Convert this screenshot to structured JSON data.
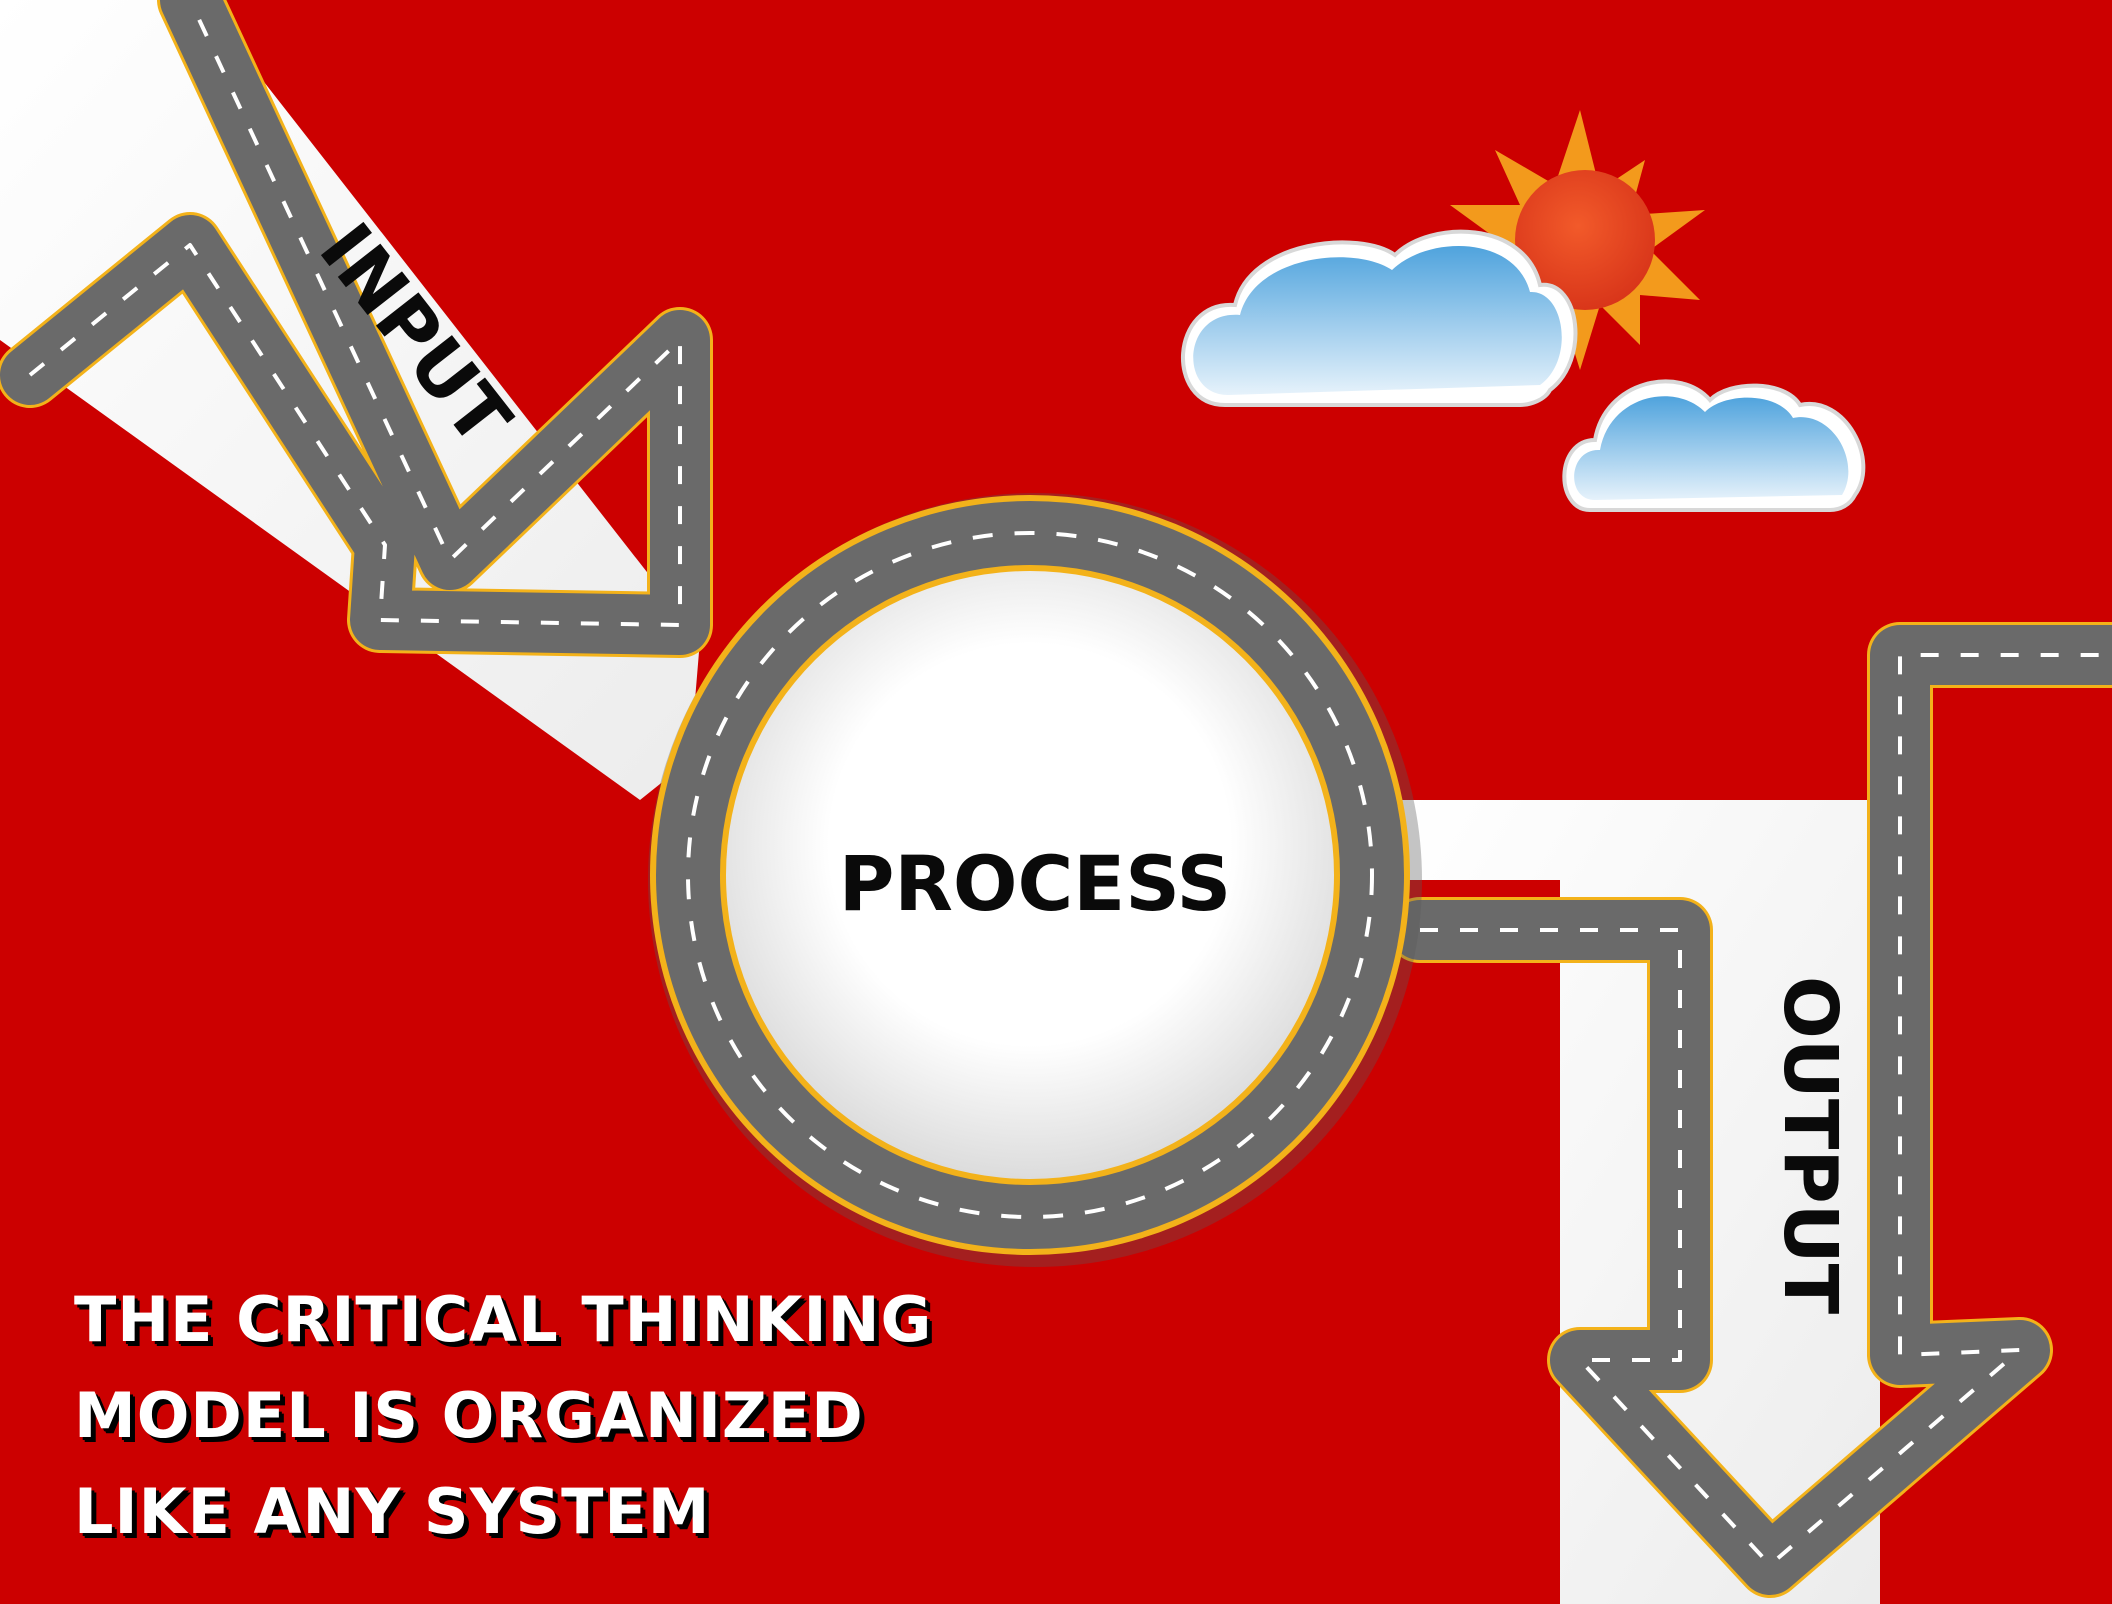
{
  "diagram": {
    "input_label": "INPUT",
    "process_label": "PROCESS",
    "output_label": "OUTPUT"
  },
  "caption": {
    "lines": [
      "THE CRITICAL THINKING",
      "MODEL IS ORGANIZED",
      "LIKE ANY SYSTEM"
    ]
  },
  "colors": {
    "background": "#cc0000",
    "road": "#6a6a6a",
    "road_edge": "#f3b21a",
    "lane_marking": "#ffffff",
    "band": "#ffffff",
    "sun": "#e8401c",
    "sun_rays": "#f39a1c",
    "cloud": "#6fb7e6"
  }
}
